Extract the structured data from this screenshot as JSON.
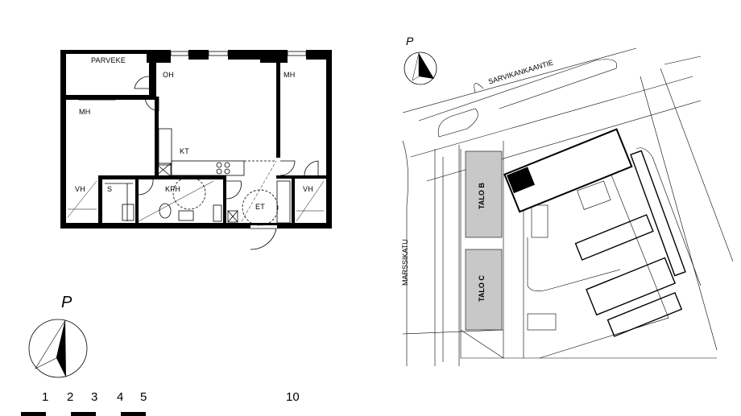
{
  "floor_plan": {
    "rooms": [
      {
        "id": "parveke",
        "label": "PARVEKE"
      },
      {
        "id": "oh",
        "label": "OH"
      },
      {
        "id": "mh_left",
        "label": "MH"
      },
      {
        "id": "mh_right",
        "label": "MH"
      },
      {
        "id": "kt",
        "label": "KT"
      },
      {
        "id": "vh_left",
        "label": "VH"
      },
      {
        "id": "s",
        "label": "S"
      },
      {
        "id": "kph",
        "label": "KPH"
      },
      {
        "id": "et",
        "label": "ET"
      },
      {
        "id": "vh_right",
        "label": "VH"
      }
    ]
  },
  "floor_north_arrow": {
    "label": "P"
  },
  "scale_bar": {
    "ticks": [
      "1",
      "2",
      "3",
      "4",
      "5",
      "10"
    ]
  },
  "site_plan": {
    "north_arrow_label": "P",
    "streets": [
      "SARVIKANKAANTIE",
      "MARSSIKATU"
    ],
    "buildings": [
      "TALO B",
      "TALO C"
    ],
    "colors": {
      "building_fill": "#c8c8c8",
      "highlight_unit": "#000000"
    }
  }
}
